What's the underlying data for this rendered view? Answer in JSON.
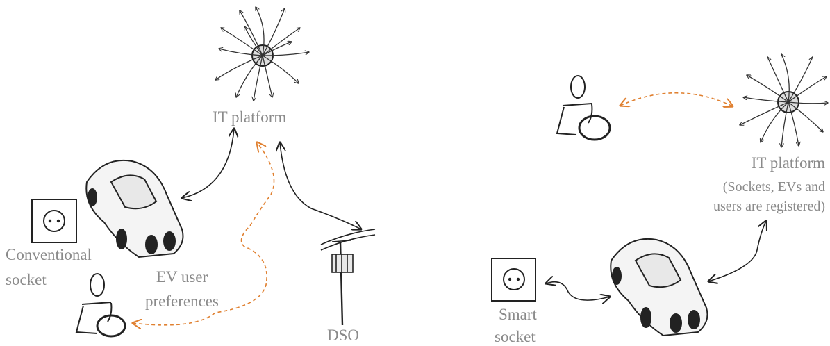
{
  "left": {
    "it_platform_label": "IT platform",
    "socket_label_line1": "Conventional",
    "socket_label_line2": "socket",
    "prefs_label_line1": "EV user",
    "prefs_label_line2": "preferences",
    "dso_label": "DSO"
  },
  "right": {
    "it_platform_label": "IT platform",
    "registered_line1": "(Sockets, EVs and",
    "registered_line2": "users are registered)",
    "socket_label_line1": "Smart",
    "socket_label_line2": "socket"
  },
  "colors": {
    "label": "#8a8a8a",
    "orange_dashed": "#e08030",
    "ink": "#222222"
  }
}
